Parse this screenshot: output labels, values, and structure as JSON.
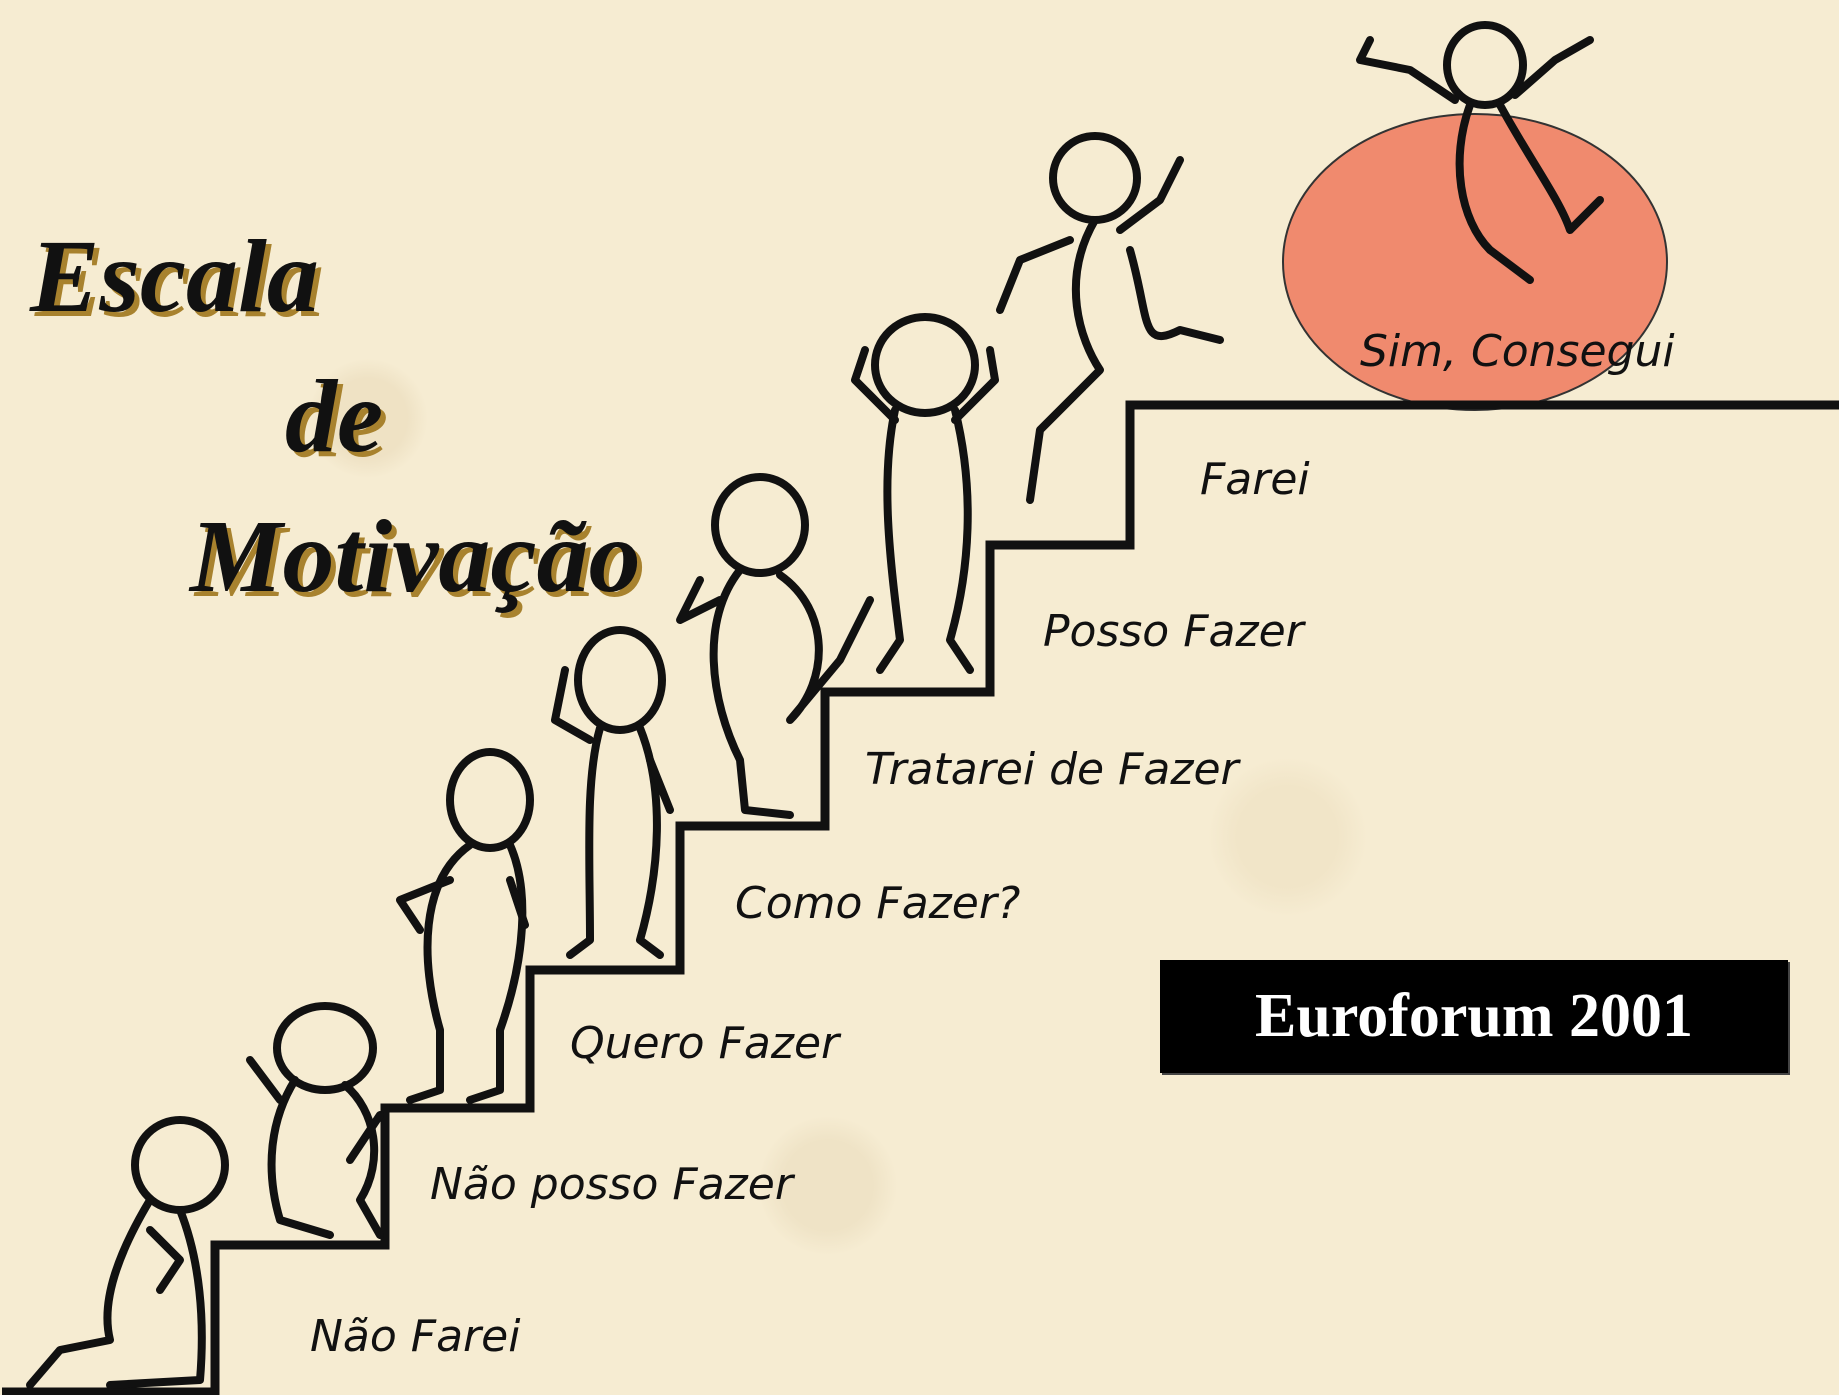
{
  "title": {
    "line1": "Escala",
    "line2": "de",
    "line3": "Motivação"
  },
  "steps": [
    {
      "label": "Não Farei"
    },
    {
      "label": "Não posso Fazer"
    },
    {
      "label": "Quero Fazer"
    },
    {
      "label": "Como Fazer?"
    },
    {
      "label": "Tratarei de Fazer"
    },
    {
      "label": "Posso Fazer"
    },
    {
      "label": "Farei"
    },
    {
      "label": "Sim, Consegui"
    }
  ],
  "badge": {
    "text": "Euroforum 2001"
  },
  "colors": {
    "background": "#f6ecd2",
    "highlight": "#f08a6e",
    "title_shadow": "#a8822e",
    "badge": "#000000"
  }
}
